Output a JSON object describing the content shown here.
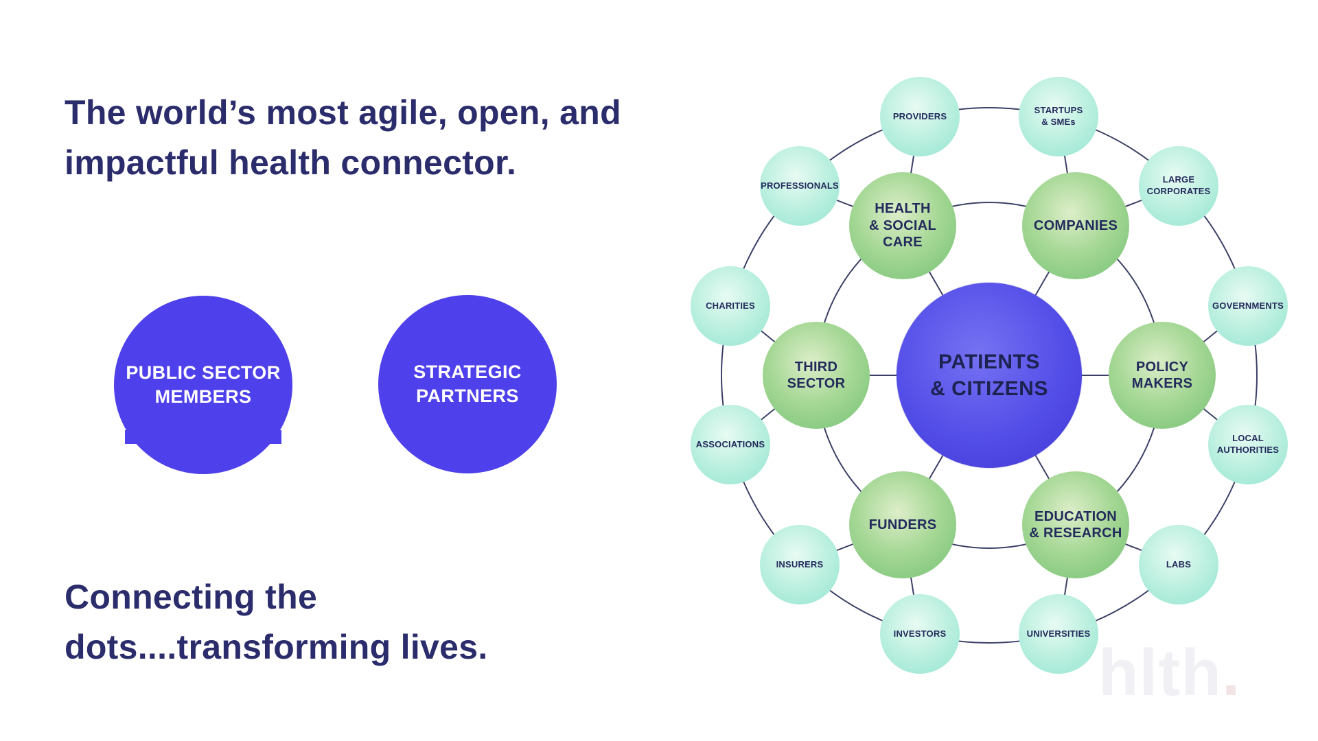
{
  "slide": {
    "headline": "The world’s most agile, open, and\nimpactful health connector.",
    "tagline": "Connecting the\ndots....transforming lives.",
    "watermark": "hlth",
    "watermark_dot": "."
  },
  "left_circles": [
    {
      "label": "PUBLIC SECTOR\nMEMBERS"
    },
    {
      "label": "STRATEGIC\nPARTNERS"
    }
  ],
  "diagram": {
    "hub": {
      "label": "PATIENTS\n& CITIZENS"
    },
    "inner_ring": [
      {
        "label": "HEALTH\n& SOCIAL\nCARE"
      },
      {
        "label": "COMPANIES"
      },
      {
        "label": "POLICY\nMAKERS"
      },
      {
        "label": "EDUCATION\n& RESEARCH"
      },
      {
        "label": "FUNDERS"
      },
      {
        "label": "THIRD\nSECTOR"
      }
    ],
    "outer_ring": [
      {
        "label": "PROVIDERS"
      },
      {
        "label": "STARTUPS\n& SMEs"
      },
      {
        "label": "LARGE\nCORPORATES"
      },
      {
        "label": "GOVERNMENTS"
      },
      {
        "label": "LOCAL\nAUTHORITIES"
      },
      {
        "label": "LABS"
      },
      {
        "label": "UNIVERSITIES"
      },
      {
        "label": "INVESTORS"
      },
      {
        "label": "INSURERS"
      },
      {
        "label": "ASSOCIATIONS"
      },
      {
        "label": "CHARITIES"
      },
      {
        "label": "PROFESSIONALS"
      }
    ]
  },
  "colors": {
    "headline_navy": "#2b2c6b",
    "member_circle_purple": "#4e40ea",
    "hub_blue": "#544ee8",
    "inner_green": "#74c175",
    "outer_teal": "#93e4d0",
    "connector_navy": "#3b4066",
    "node_text_navy": "#232a5c",
    "watermark_grey": "#f1f0f4"
  }
}
